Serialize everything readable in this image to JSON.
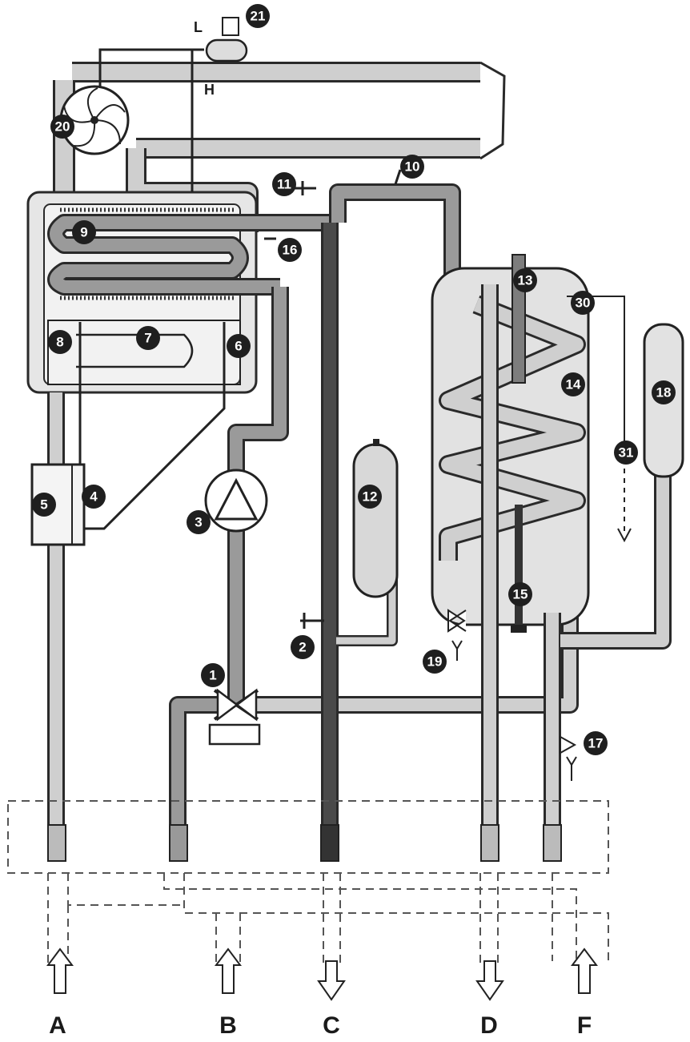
{
  "components": [
    {
      "id": "1",
      "label": "1"
    },
    {
      "id": "2",
      "label": "2"
    },
    {
      "id": "3",
      "label": "3"
    },
    {
      "id": "4",
      "label": "4"
    },
    {
      "id": "5",
      "label": "5"
    },
    {
      "id": "6",
      "label": "6"
    },
    {
      "id": "7",
      "label": "7"
    },
    {
      "id": "8",
      "label": "8"
    },
    {
      "id": "9",
      "label": "9"
    },
    {
      "id": "10",
      "label": "10"
    },
    {
      "id": "11",
      "label": "11"
    },
    {
      "id": "12",
      "label": "12"
    },
    {
      "id": "13",
      "label": "13"
    },
    {
      "id": "14",
      "label": "14"
    },
    {
      "id": "15",
      "label": "15"
    },
    {
      "id": "16",
      "label": "16"
    },
    {
      "id": "17",
      "label": "17"
    },
    {
      "id": "18",
      "label": "18"
    },
    {
      "id": "19",
      "label": "19"
    },
    {
      "id": "20",
      "label": "20"
    },
    {
      "id": "21",
      "label": "21"
    },
    {
      "id": "30",
      "label": "30"
    },
    {
      "id": "31",
      "label": "31"
    }
  ],
  "pressure_switch_labels": {
    "low": "L",
    "high": "H"
  },
  "connections": [
    {
      "id": "A",
      "label": "A",
      "direction": "in"
    },
    {
      "id": "B",
      "label": "B",
      "direction": "in"
    },
    {
      "id": "C",
      "label": "C",
      "direction": "out"
    },
    {
      "id": "D",
      "label": "D",
      "direction": "out"
    },
    {
      "id": "F",
      "label": "F",
      "direction": "in"
    }
  ]
}
